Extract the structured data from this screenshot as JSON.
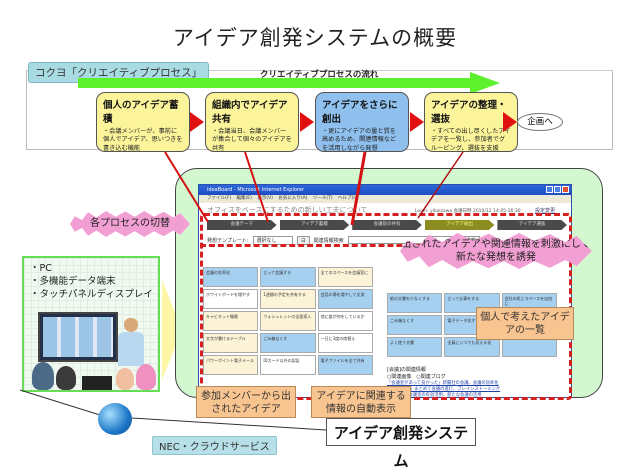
{
  "title": "アイデア創発システムの概要",
  "process": {
    "tag": "コクヨ「クリエイティブプロセス」",
    "flow_label": "クリエイティブプロセスの流れ",
    "steps": [
      {
        "heading": "個人のアイデア蓄積",
        "description": "・会議メンバーが、事前に個人でアイデア、思いつきを書き込む機能",
        "color": "#fbf49a"
      },
      {
        "heading": "組織内でアイデア共有",
        "description": "・会議当日、会議メンバーが集合して個々のアイデアを共有",
        "color": "#fbf49a"
      },
      {
        "heading": "アイデアをさらに創出",
        "description": "・更にアイデアの量と質を高めるため、関連情報などを活用しながら発想",
        "color": "#8fc0ee"
      },
      {
        "heading": "アイデアの整理・選抜",
        "description": "・すべての出し尽くしたアイデアを一覧し、参加者でグルーピング、選抜を支援",
        "color": "#fbf49a"
      }
    ],
    "goal": "企画へ"
  },
  "devices": {
    "items": [
      "・PC",
      "・多機能データ端末",
      "・タッチパネルディスプレイ"
    ]
  },
  "browser": {
    "window_title": "ideaBoard - Microsoft Internet Explorer",
    "menu": "ファイル(F)  編集(E)  表示(V)  お気に入り(A)  ツール(T)  ヘルプ(H)",
    "page_heading": "オフィスをベースにするための新しい工夫について",
    "login_info": "Login: yikaizawa 会議日時 2010/12 14:05-16:30",
    "settings_link": "設定変更",
    "process_tabs": [
      {
        "label": "会議テーマ",
        "active": false
      },
      {
        "label": "アイデア蓄積",
        "active": false
      },
      {
        "label": "会議前の共有",
        "active": false
      },
      {
        "label": "アイデア創出",
        "active": true
      },
      {
        "label": "アイデア選抜",
        "active": false
      }
    ],
    "template_label": "発想テンプレート:",
    "template_select": "選択なし",
    "go_button": "ヨ",
    "related_search_label": "関連情報検索",
    "search_button": "検索",
    "idea_cells": [
      {
        "text": "会議の効率化",
        "tone": "b"
      },
      {
        "text": "立って会議する",
        "tone": "b"
      },
      {
        "text": "全てのスペースを会議室に",
        "tone": "y"
      },
      {
        "text": "ホワイトボードを増やす",
        "tone": "w"
      },
      {
        "text": "1週間の予定を共有する",
        "tone": "y"
      },
      {
        "text": "会話の場を増やして交流",
        "tone": "b"
      },
      {
        "text": "キャビネット撤廃",
        "tone": "y"
      },
      {
        "text": "ウォシュレットの全面導入",
        "tone": "y"
      },
      {
        "text": "他に誰が何をしているか",
        "tone": "w"
      },
      {
        "text": "文字が書けるテーブル",
        "tone": "y"
      },
      {
        "text": "ごみ箱なくす",
        "tone": "b"
      },
      {
        "text": "一日に3度の席替え",
        "tone": "w"
      },
      {
        "text": "パワーポイント電子メール",
        "tone": "y"
      },
      {
        "text": "IDカード以外の認証",
        "tone": "w"
      },
      {
        "text": "電子ファイルを全て共有",
        "tone": "b"
      }
    ],
    "personal_cells": [
      {
        "text": "紙の文書を少なくする",
        "tone": "b"
      },
      {
        "text": "立って仕事をする",
        "tone": "b"
      },
      {
        "text": "会社の机とスペースを自由に",
        "tone": "b"
      },
      {
        "text": "ごみ箱なくす",
        "tone": "b"
      },
      {
        "text": "電子データ化する",
        "tone": "b"
      },
      {
        "text": "",
        "tone": "b"
      },
      {
        "text": "よく使う文書",
        "tone": "b"
      },
      {
        "text": "全員にいつでも見える化",
        "tone": "b"
      },
      {
        "text": "",
        "tone": "b"
      }
    ],
    "related": {
      "heading": "[会議]の関連情報",
      "options": "○関連画像　○関連ブログ",
      "links": [
        "「会議室があって良かった」新聞社の会議、会議の効率化",
        "「Twitterで」まとめて会議の進行、ブレインストーミング",
        "顧客主導で会議室の有効活用、新たな会議の活用"
      ]
    }
  },
  "annotations": {
    "switch_process": "各プロセスの切替",
    "stimulus": "出されたアイデアや関連情報を刺激にして新たな発想を誘発",
    "personal_list": "個人で考えたアイデアの一覧",
    "member_ideas": "参加メンバーから出されたアイデア",
    "related_auto": "アイデアに関連する情報の自動表示"
  },
  "cloud_label": "NEC・クラウドサービス",
  "system_name": "アイデア創発システム",
  "colors": {
    "flow_arrow": "#5df02c",
    "step_yellow": "#fbf49a",
    "step_blue": "#8fc0ee",
    "dash_red": "#d42020",
    "burst_pink": "#f29fd4",
    "callout_orange": "#f8c490",
    "panel_green": "#d3f7cf"
  }
}
